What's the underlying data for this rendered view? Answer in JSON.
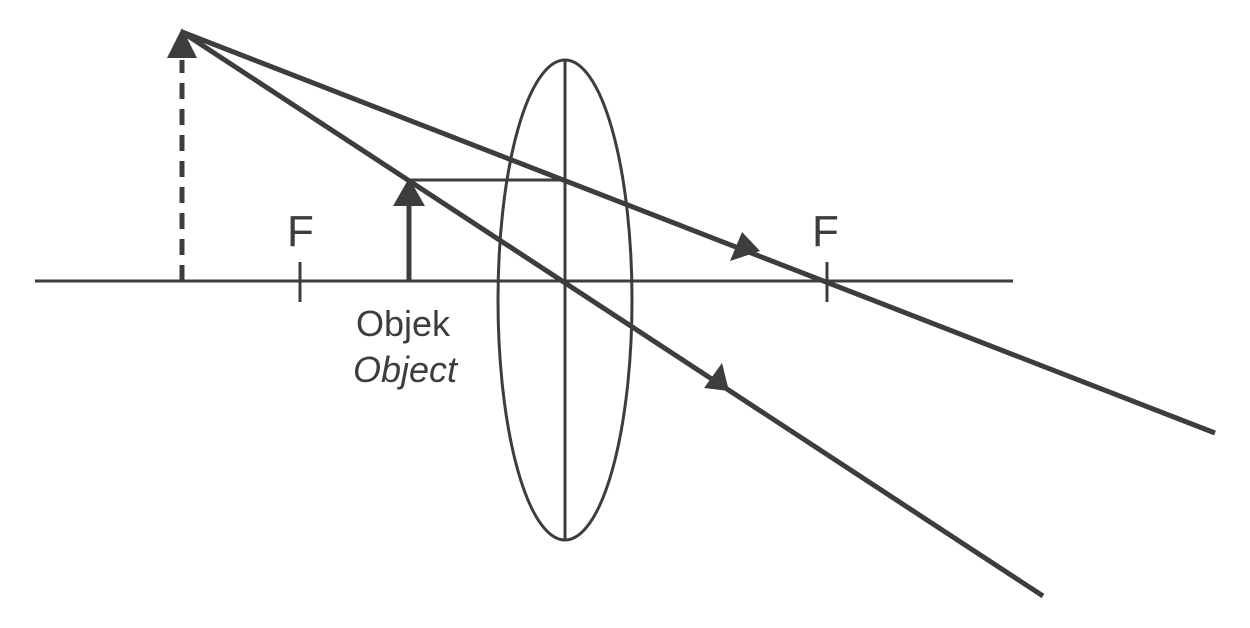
{
  "labels": {
    "focal_left": "F",
    "focal_right": "F",
    "object_malay": "Objek",
    "object_english": "Object"
  },
  "colors": {
    "stroke": "#3d3d3d",
    "background": "#ffffff"
  }
}
